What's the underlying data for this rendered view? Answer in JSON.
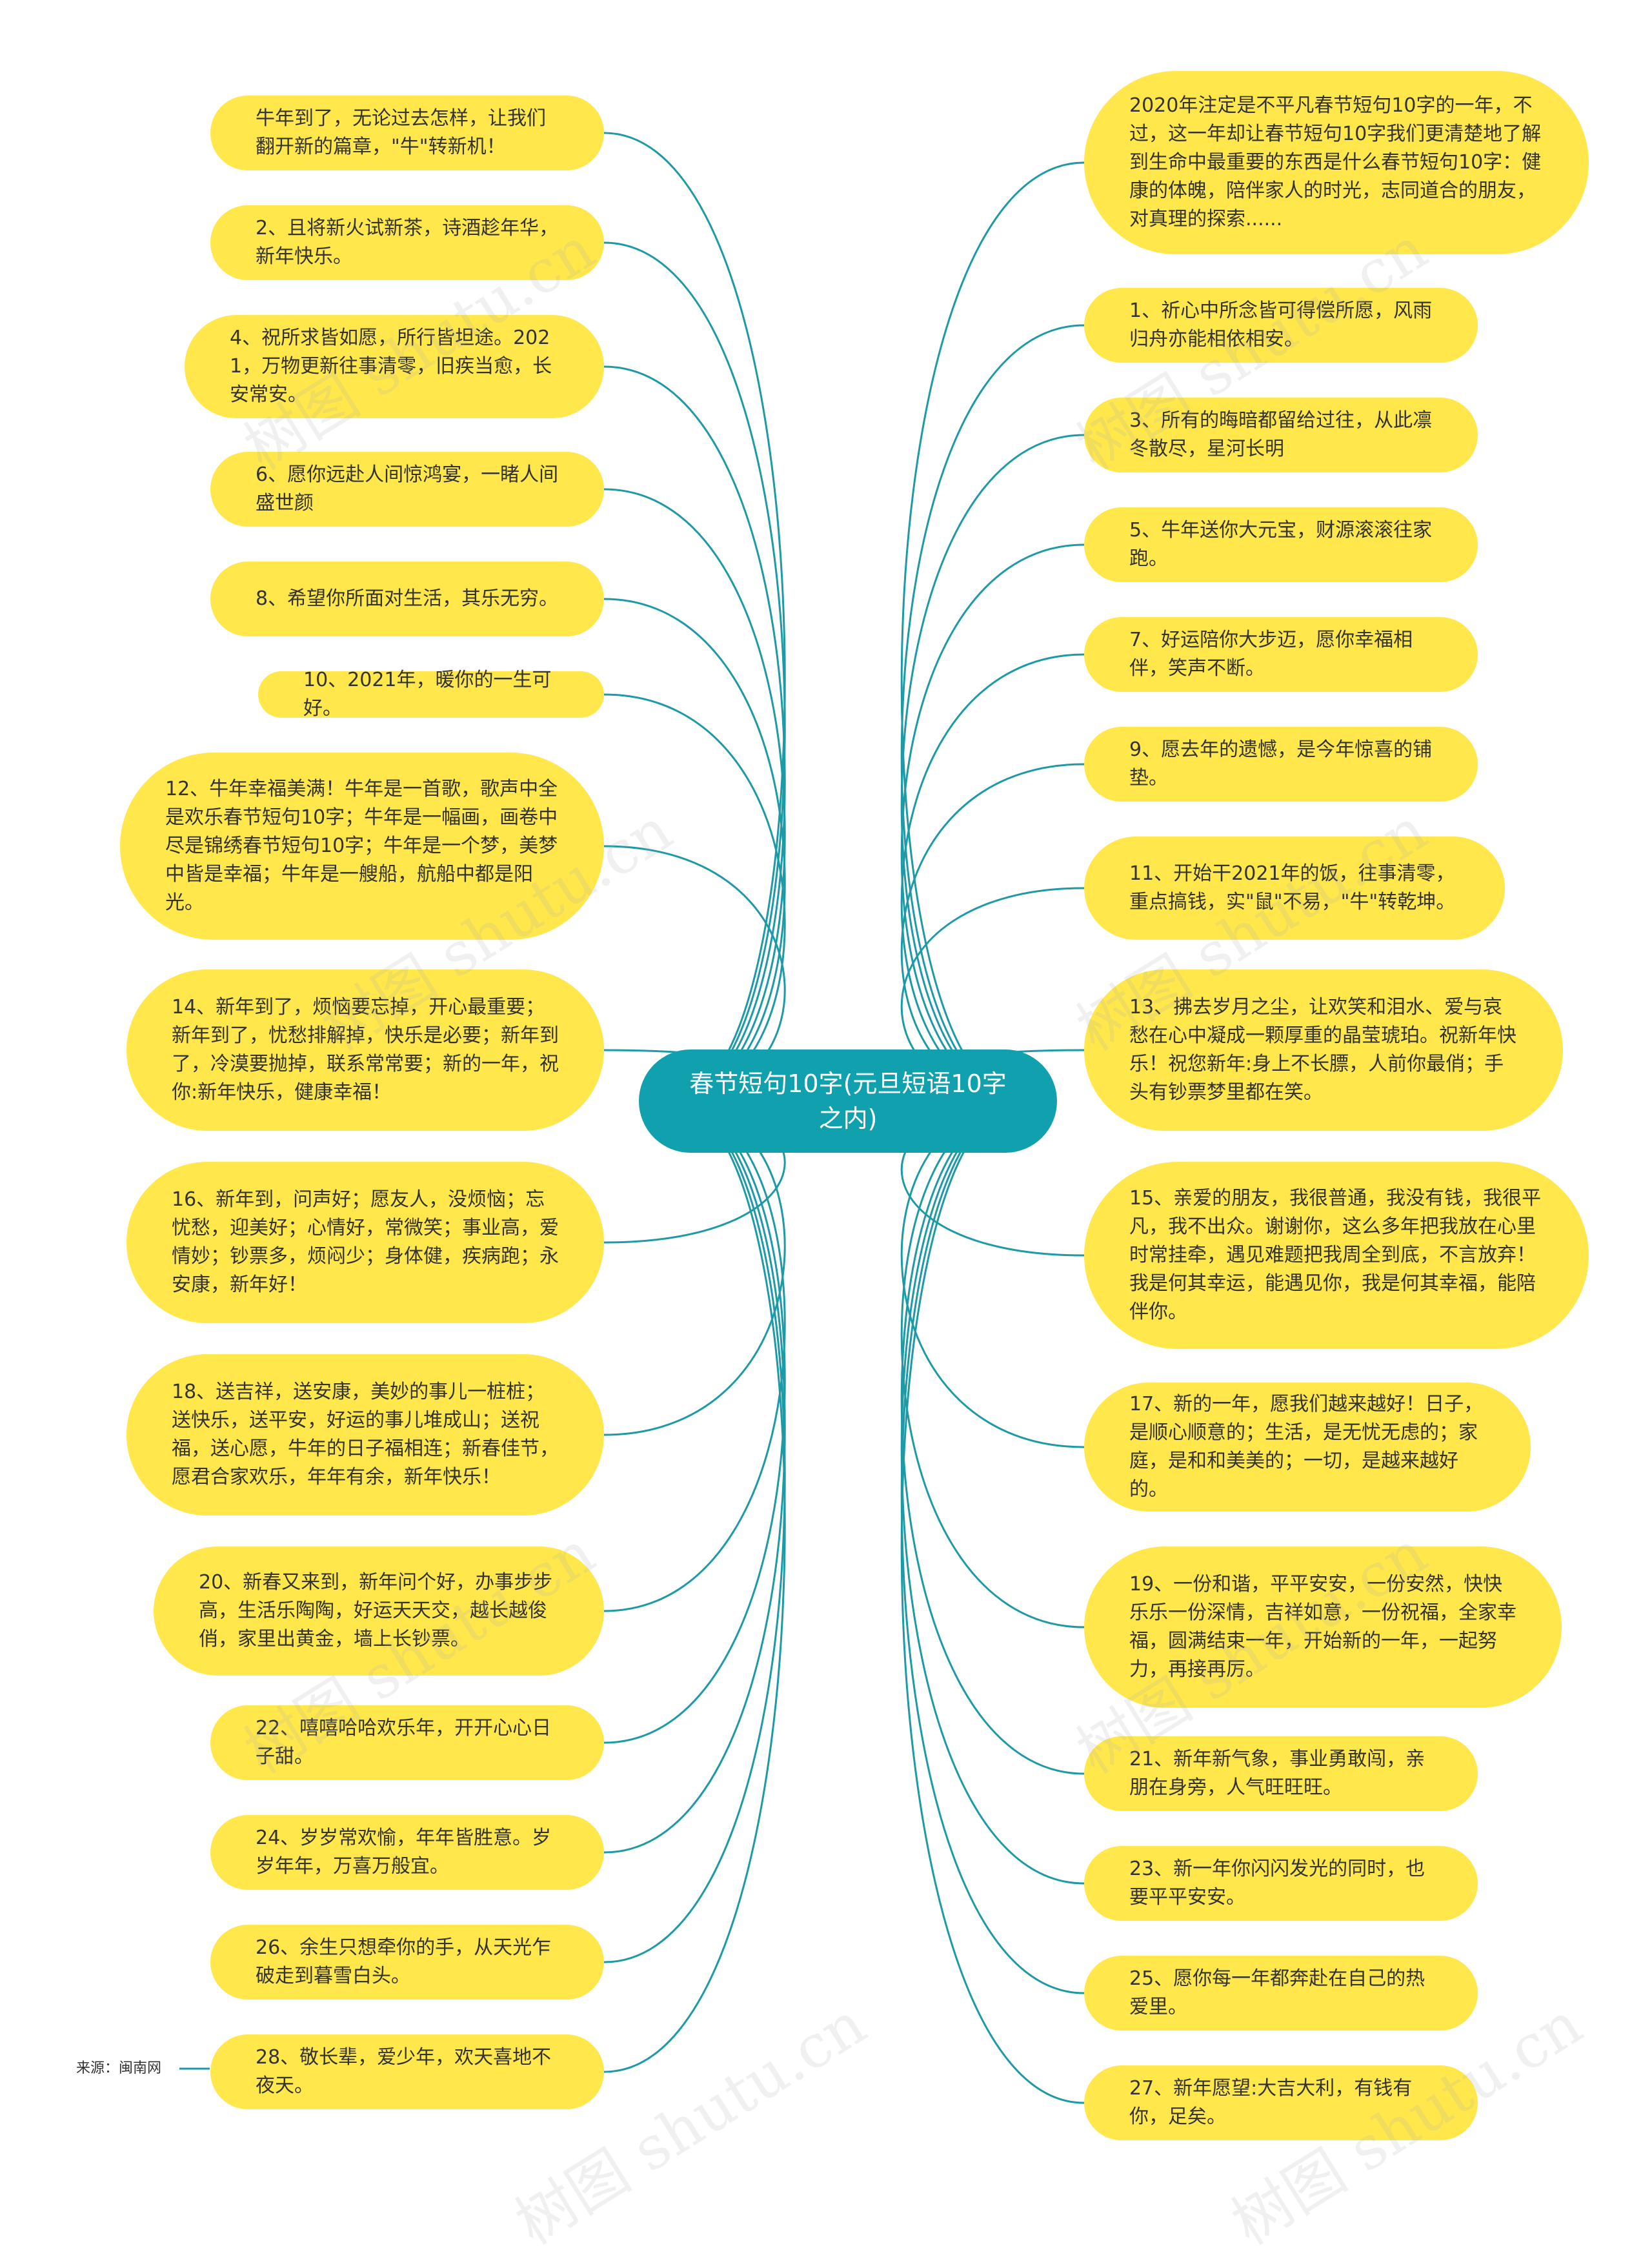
{
  "root": {
    "label": "春节短句10字(元旦短语10字之内)"
  },
  "source": "来源：闽南网",
  "watermark": "树图 shutu.cn",
  "colors": {
    "node": "#FFE74C",
    "root": "#10A0AE",
    "link": "#1E9AA6"
  },
  "left_nodes": [
    "牛年到了，无论过去怎样，让我们翻开新的篇章，\"牛\"转新机！",
    "2、且将新火试新茶，诗酒趁年华，新年快乐。",
    "4、祝所求皆如愿，所行皆坦途。2021，万物更新往事清零，旧疾当愈，长安常安。",
    "6、愿你远赴人间惊鸿宴，一睹人间盛世颜",
    "8、希望你所面对生活，其乐无穷。",
    "10、2021年，暖你的一生可好。",
    "12、牛年幸福美满！牛年是一首歌，歌声中全是欢乐春节短句10字；牛年是一幅画，画卷中尽是锦绣春节短句10字；牛年是一个梦，美梦中皆是幸福；牛年是一艘船，航船中都是阳光。",
    "14、新年到了，烦恼要忘掉，开心最重要；新年到了，忧愁排解掉，快乐是必要；新年到了，冷漠要抛掉，联系常常要；新的一年，祝你:新年快乐，健康幸福！",
    "16、新年到，问声好；愿友人，没烦恼；忘忧愁，迎美好；心情好，常微笑；事业高，爱情妙；钞票多，烦闷少；身体健，疾病跑；永安康，新年好！",
    "18、送吉祥，送安康，美妙的事儿一桩桩；送快乐，送平安，好运的事儿堆成山；送祝福，送心愿，牛年的日子福相连；新春佳节，愿君合家欢乐，年年有余，新年快乐！",
    "20、新春又来到，新年问个好，办事步步高，生活乐陶陶，好运天天交，越长越俊俏，家里出黄金，墙上长钞票。",
    "22、嘻嘻哈哈欢乐年，开开心心日子甜。",
    "24、岁岁常欢愉，年年皆胜意。岁岁年年，万喜万般宜。",
    "26、余生只想牵你的手，从天光乍破走到暮雪白头。",
    "28、敬长辈，爱少年，欢天喜地不夜天。"
  ],
  "right_nodes": [
    "2020年注定是不平凡春节短句10字的一年，不过，这一年却让春节短句10字我们更清楚地了解到生命中最重要的东西是什么春节短句10字：健康的体魄，陪伴家人的时光，志同道合的朋友，对真理的探索......",
    "1、祈心中所念皆可得偿所愿，风雨归舟亦能相依相安。",
    "3、所有的晦暗都留给过往，从此凛冬散尽，星河长明",
    "5、牛年送你大元宝，财源滚滚往家跑。",
    "7、好运陪你大步迈，愿你幸福相伴，笑声不断。",
    "9、愿去年的遗憾，是今年惊喜的铺垫。",
    "11、开始干2021年的饭，往事清零，重点搞钱，实\"鼠\"不易，\"牛\"转乾坤。",
    "13、拂去岁月之尘，让欢笑和泪水、爱与哀愁在心中凝成一颗厚重的晶莹琥珀。祝新年快乐！祝您新年:身上不长膘，人前你最俏；手头有钞票梦里都在笑。",
    "15、亲爱的朋友，我很普通，我没有钱，我很平凡，我不出众。谢谢你，这么多年把我放在心里时常挂牵，遇见难题把我周全到底，不言放弃！我是何其幸运，能遇见你，我是何其幸福，能陪伴你。",
    "17、新的一年，愿我们越来越好！日子，是顺心顺意的；生活，是无忧无虑的；家庭，是和和美美的；一切，是越来越好的。",
    "19、一份和谐，平平安安，一份安然，快快乐乐一份深情，吉祥如意，一份祝福，全家幸福，圆满结束一年，开始新的一年，一起努力，再接再厉。",
    "21、新年新气象，事业勇敢闯，亲朋在身旁，人气旺旺旺。",
    "23、新一年你闪闪发光的同时，也要平平安安。",
    "25、愿你每一年都奔赴在自己的热爱里。",
    "27、新年愿望:大吉大利，有钱有你，足矣。"
  ]
}
